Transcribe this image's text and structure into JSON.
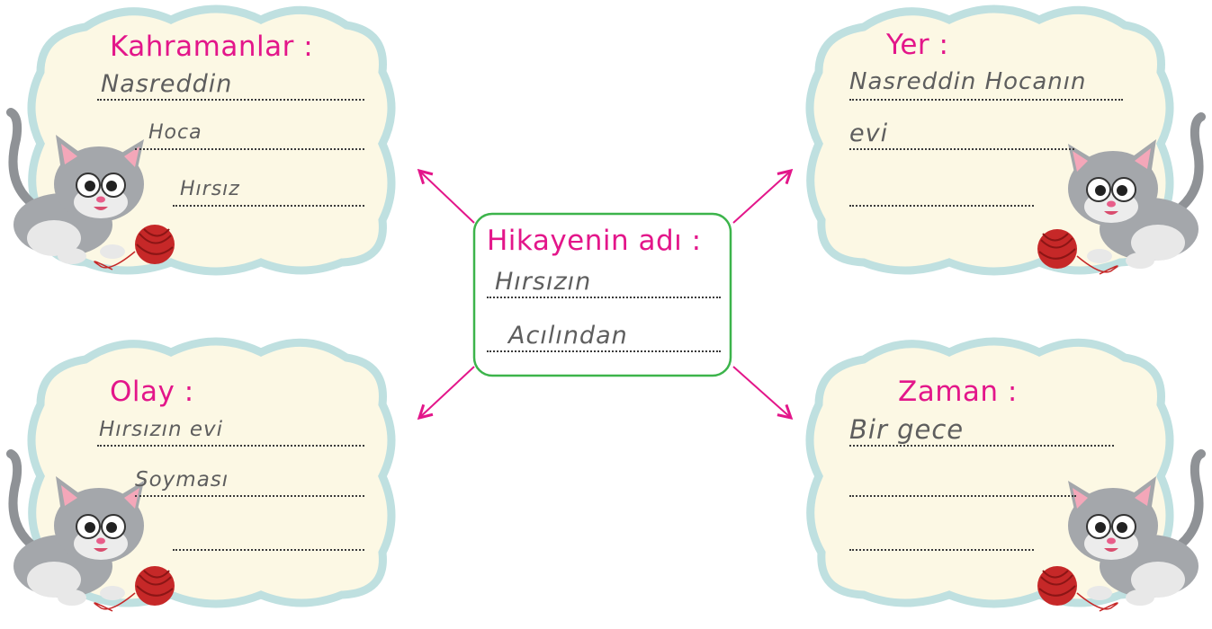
{
  "colors": {
    "cloud_fill": "#fcf8e4",
    "cloud_border": "#bfe0e0",
    "accent_pink": "#e3168a",
    "center_border": "#3cb44b",
    "handwriting": "#5e5e5e"
  },
  "center": {
    "label": "Hikayenin adı :",
    "answers": [
      "Hırsızın",
      "Acılından"
    ]
  },
  "characters": {
    "label": "Kahramanlar :",
    "answers": [
      "Nasreddin",
      "Hoca",
      "Hırsız"
    ]
  },
  "place": {
    "label": "Yer :",
    "answers": [
      "Nasreddin Hocanın",
      "evi",
      ""
    ]
  },
  "event": {
    "label": "Olay :",
    "answers": [
      "Hırsızın evi",
      "Soyması",
      ""
    ]
  },
  "time": {
    "label": "Zaman :",
    "answers": [
      "Bir gece",
      "",
      ""
    ]
  },
  "icons": [
    "cat-with-yarn-icon",
    "arrow-icon"
  ]
}
